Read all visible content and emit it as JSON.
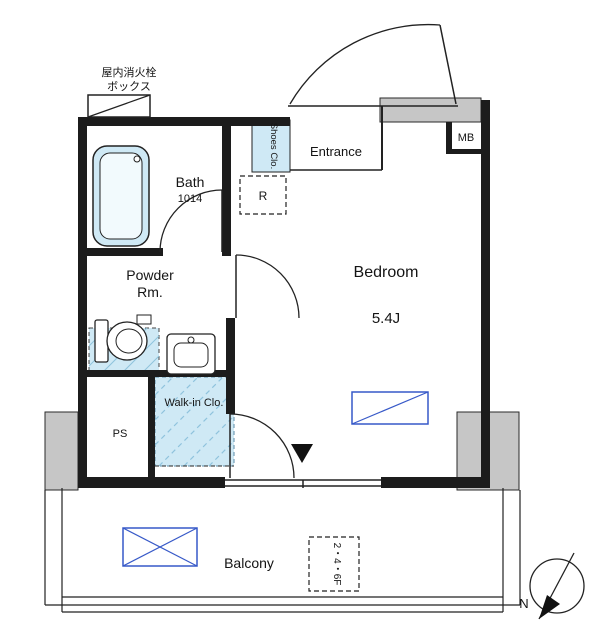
{
  "plan": {
    "labels": {
      "fire_hydrant_line1": "屋内消火栓",
      "fire_hydrant_line2": "ボックス",
      "entrance": "Entrance",
      "mb": "MB",
      "shoes_closet": "Shoes Clo.",
      "bath": "Bath",
      "bath_size": "1014",
      "refrigerator": "R",
      "powder_line1": "Powder",
      "powder_line2": "Rm.",
      "bedroom": "Bedroom",
      "bedroom_size": "5.4J",
      "walk_in_closet": "Walk-in Clo.",
      "pipe_space": "PS",
      "balcony": "Balcony",
      "hatch_floors": "2・4・6F",
      "compass_north": "N"
    },
    "colors": {
      "wall": "#1c1c1c",
      "gray_fill": "#c6c6c6",
      "light_blue": "#cfe9f5",
      "hatch_blue": "#8fc3dd",
      "accent_blue": "#3759c8"
    }
  }
}
